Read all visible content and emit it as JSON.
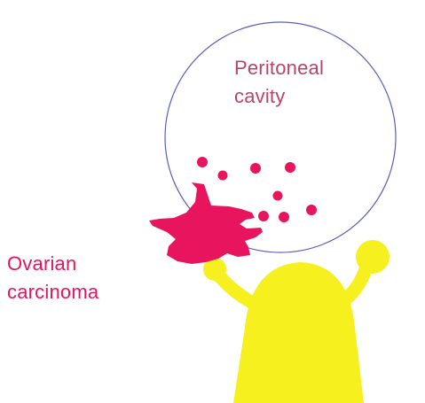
{
  "labels": {
    "peritoneal_line1": "Peritoneal",
    "peritoneal_line2": "cavity",
    "ovarian_line1": "Ovarian",
    "ovarian_line2": "carcinoma"
  },
  "colors": {
    "cavity_outline": "#5a5fb8",
    "peritoneal_text": "#b8436b",
    "tumor": "#e8145e",
    "ovarian_text": "#e8145e",
    "figure": "#f5f01e"
  },
  "icons": {
    "figure": "person-lifting-sphere",
    "tumor": "tumor-mass",
    "cells": "disseminated-cells"
  }
}
